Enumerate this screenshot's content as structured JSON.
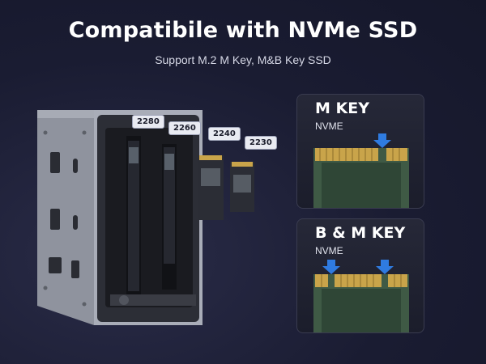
{
  "header": {
    "title": "Compatibile with NVMe SSD",
    "subtitle": "Support M.2 M Key, M&B Key SSD"
  },
  "ssd_sizes": [
    "2280",
    "2260",
    "2240",
    "2230"
  ],
  "panels": {
    "m_key": {
      "title": "M KEY",
      "subtitle": "NVME"
    },
    "bm_key": {
      "title": "B & M KEY",
      "subtitle": "NVME"
    }
  },
  "colors": {
    "background": "#1b1d33",
    "arrow": "#2f7be0",
    "pcb": "#3f5a45",
    "gold_pins": "#c9a44a"
  }
}
